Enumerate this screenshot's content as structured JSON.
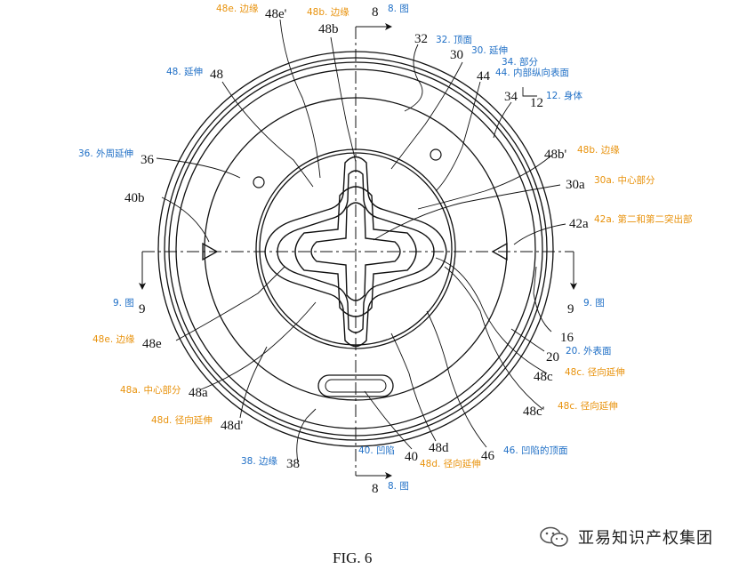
{
  "figure": {
    "caption": "FIG. 6",
    "refs": {
      "r48e_prime": "48e'",
      "r48b_top": "48b",
      "r8_top": "8",
      "r32": "32",
      "r30": "30",
      "r34": "34",
      "r44": "44",
      "r12": "12",
      "r48": "48",
      "r48b_prime": "48b'",
      "r36": "36",
      "r30a": "30a",
      "r40b": "40b",
      "r42a": "42a",
      "r9_left": "9",
      "r9_right": "9",
      "r16": "16",
      "r20": "20",
      "r48c": "48c",
      "r48e": "48e",
      "r48a": "48a",
      "r48c_prime": "48c'",
      "r48d_prime": "48d'",
      "r48d": "48d",
      "r46": "46",
      "r40": "40",
      "r38": "38",
      "r8_bottom": "8"
    },
    "notes": {
      "n48e_edge_top": "48e. 边缘",
      "n48b_edge_top": "48b. 边缘",
      "n8_fig_top": "8. 图",
      "n32": "32. 顶面",
      "n30": "30. 延伸",
      "n34": "34. 部分",
      "n44": "44. 内部纵向表面",
      "n12": "12. 身体",
      "n48": "48. 延伸",
      "n48b_prime": "48b. 边缘",
      "n36": "36. 外周延伸",
      "n30a": "30a. 中心部分",
      "n42a": "42a. 第二和第二突出部",
      "n9_left": "9. 图",
      "n9_right": "9. 图",
      "n20": "20. 外表面",
      "n48e": "48e. 边缘",
      "n48c": "48c. 径向延伸",
      "n48a": "48a. 中心部分",
      "n48c_prime": "48c. 径向延伸",
      "n48d_prime": "48d. 径向延伸",
      "n46": "46. 凹陷的顶面",
      "n38": "38. 边缘",
      "n40": "40. 凹陷",
      "n48d": "48d. 径向延伸",
      "n8_fig_bottom": "8. 图"
    }
  },
  "watermark": {
    "text": "亚易知识产权集团",
    "icon": "wechat-icon"
  },
  "colors": {
    "line": "#111111",
    "orange": "#e8920c",
    "blue": "#1f6fc6"
  }
}
